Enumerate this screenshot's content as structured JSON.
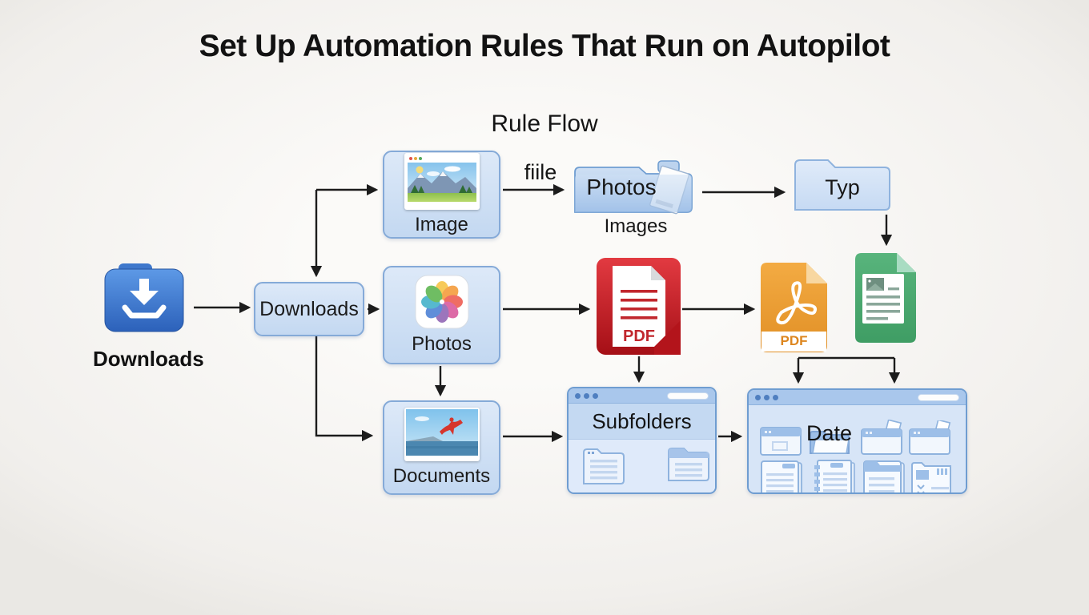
{
  "title": "Set Up Automation Rules That Run on Autopilot",
  "subtitle": "Rule Flow",
  "source": {
    "label": "Downloads",
    "icon": "downloads-folder-icon"
  },
  "nodes": {
    "downloads": {
      "label": "Downloads"
    },
    "image": {
      "label": "Image",
      "icon": "landscape-photo-window-icon"
    },
    "photos": {
      "label": "Photos",
      "icon": "photos-app-pinwheel-icon"
    },
    "documents": {
      "label": "Documents",
      "icon": "beach-photo-icon"
    },
    "images_folder": {
      "text_on_folder": "Photos",
      "caption": "Images",
      "icon": "folder-with-paper-icon"
    },
    "typ_folder": {
      "label": "Typ",
      "icon": "folder-icon"
    },
    "pdf_red": {
      "badge": "PDF",
      "icon": "pdf-document-icon"
    },
    "pdf_orange": {
      "badge": "PDF",
      "icon": "acrobat-pdf-file-icon"
    },
    "doc_green": {
      "icon": "green-document-icon"
    },
    "subfolders": {
      "label": "Subfolders",
      "icon": "window-with-folders-icon"
    },
    "date": {
      "label": "Date",
      "icon": "window-with-file-grid-icon"
    }
  },
  "edges": {
    "image_to_images_label": "fiile"
  },
  "colors": {
    "arrow": "#1c1c1c",
    "node_fill": "#cfe0f4",
    "node_border": "#85aad8",
    "window_border": "#6f9dd1",
    "titlebar": "#a9c7ec",
    "pdf_red": "#c1272d",
    "pdf_orange": "#ee9f3a",
    "doc_green": "#4fae73",
    "source_blue": "#3b74c9",
    "background": "#f5f3f0"
  }
}
